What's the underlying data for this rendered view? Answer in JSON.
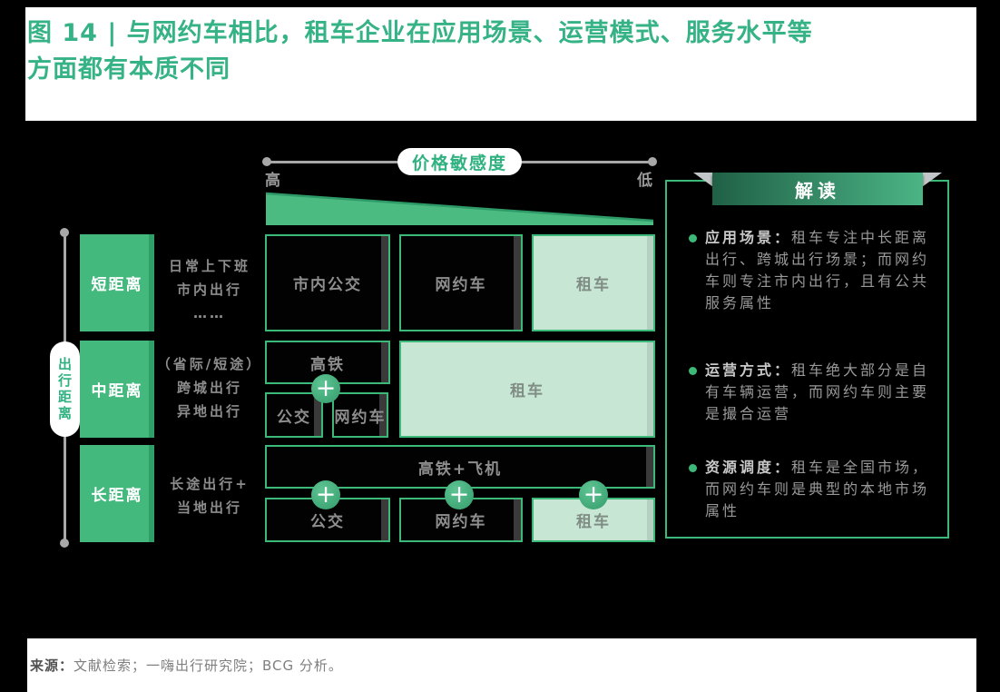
{
  "title": "图 14 | 与网约车相比，租车企业在应用场景、运营模式、服务水平等方面都有本质不同",
  "price_axis": {
    "label": "价格敏感度",
    "left_end": "高",
    "right_end": "低"
  },
  "distance_axis": {
    "label": "出行距离"
  },
  "rows": [
    {
      "label": "短距离",
      "desc_lines": [
        "日常上下班",
        "市内出行",
        "……"
      ]
    },
    {
      "label": "中距离",
      "desc_lines": [
        "（省际/短途）",
        "跨城出行",
        "异地出行"
      ]
    },
    {
      "label": "长距离",
      "desc_lines": [
        "长途出行+",
        "当地出行"
      ]
    }
  ],
  "matrix": {
    "r1c1": "市内公交",
    "r1c2": "网约车",
    "r1c3": "租车",
    "r2top": "高铁",
    "r2c1": "公交",
    "r2c2": "网约车",
    "r2c3": "租车",
    "r3top": "高铁+飞机",
    "r3c1": "公交",
    "r3c2": "网约车",
    "r3c3": "租车",
    "plus": "+"
  },
  "panel": {
    "header": "解读",
    "bullets": [
      {
        "title": "应用场景：",
        "body": "租车专注中长距离出行、跨城出行场景；而网约车则专注市内出行，且有公共服务属性"
      },
      {
        "title": "运营方式：",
        "body": "租车绝大部分是自有车辆运营，而网约车则主要是撮合运营"
      },
      {
        "title": "资源调度：",
        "body": "租车是全国市场，而网约车则是典型的本地市场属性"
      }
    ]
  },
  "footer": {
    "label": "来源：",
    "text": "文献检索；一嗨出行研究院；BCG 分析。"
  },
  "colors": {
    "accent_green": "#3cb878",
    "title_green": "#35b286",
    "row_label_green": "#43b97e",
    "light_green_fill": "#c8e6d4",
    "ribbon_gradient_dark": "#20604e",
    "ribbon_gradient_light": "#4bb485",
    "box_text_gray": "#8e8e8e",
    "axis_gray": "#a8a8a8"
  }
}
